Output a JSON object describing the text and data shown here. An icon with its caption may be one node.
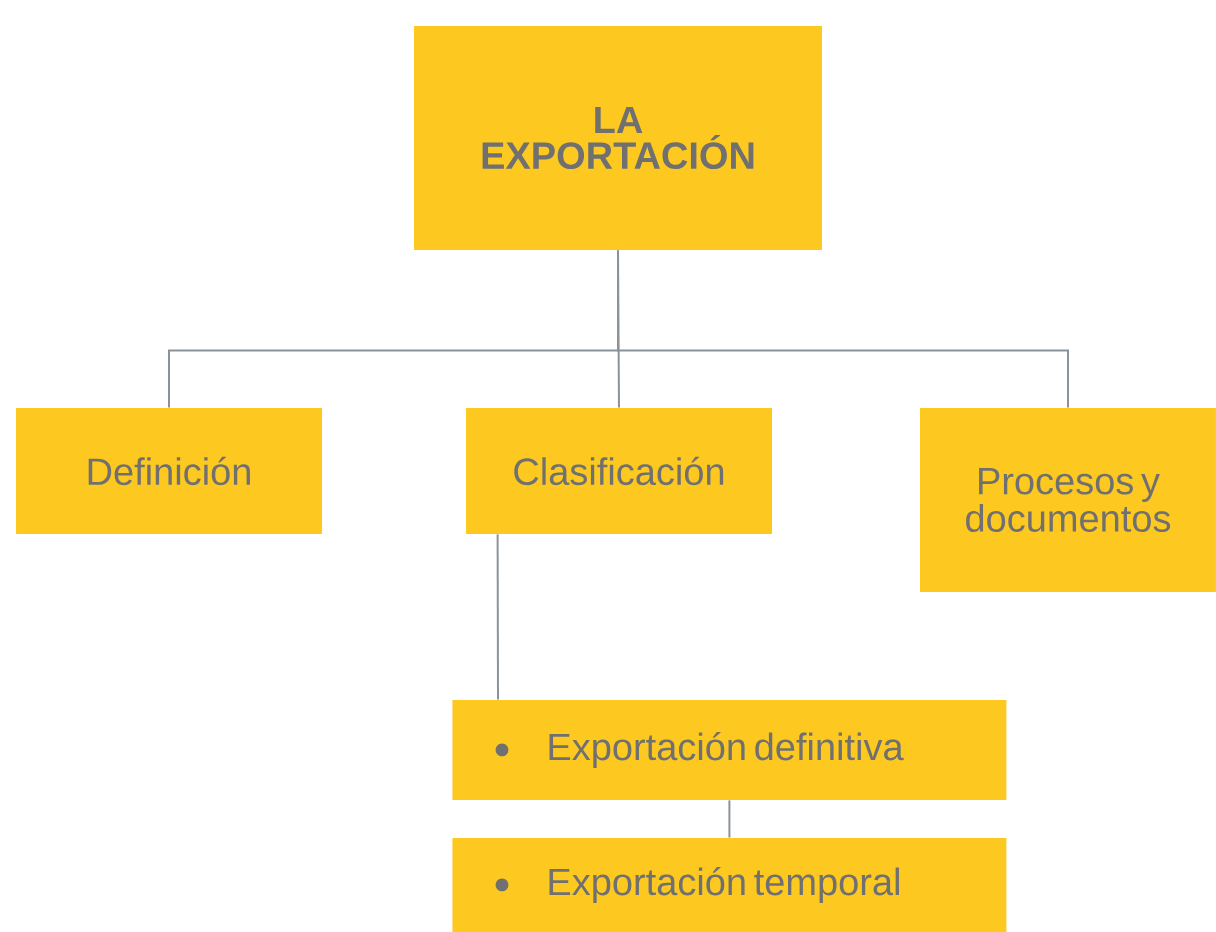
{
  "diagram": {
    "nodes": [
      {
        "text": [
          "LA EXPORTACIÓN"
        ]
      },
      {
        "text": [
          "Definición"
        ]
      },
      {
        "text": [
          "Clasificación"
        ]
      },
      {
        "text": [
          "Procesos y documentos"
        ]
      },
      {
        "text": [
          "Exportación definitiva"
        ]
      },
      {
        "text": [
          "Exportación temporal"
        ]
      }
    ],
    "edges": [
      {
        "from": 0,
        "to": 1,
        "arrow": "none"
      },
      {
        "from": 0,
        "to": 2,
        "arrow": "none"
      },
      {
        "from": 0,
        "to": 3,
        "arrow": "none"
      },
      {
        "from": 2,
        "to": 4,
        "arrow": "none"
      },
      {
        "from": 4,
        "to": 5,
        "arrow": "none"
      }
    ]
  }
}
